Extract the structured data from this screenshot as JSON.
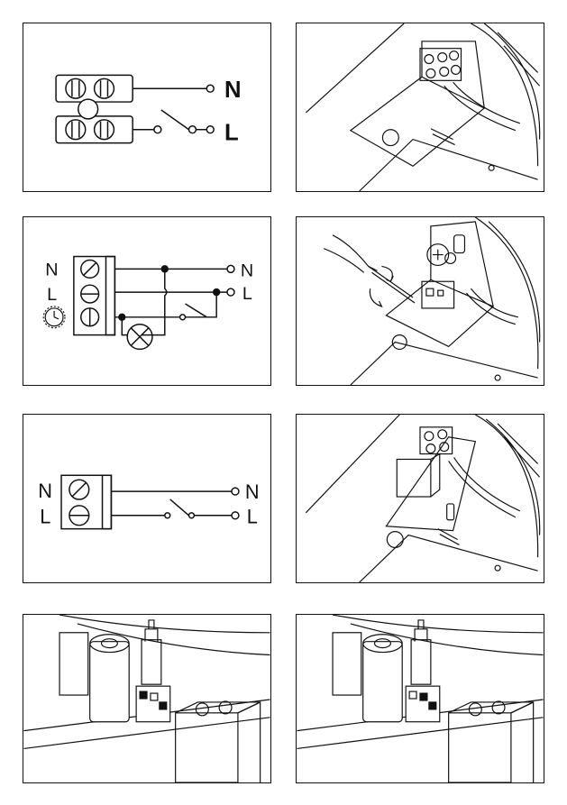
{
  "diagrams": {
    "terminal_block": {
      "label_n": "N",
      "label_l": "L"
    },
    "timer_wiring": {
      "left_n": "N",
      "left_l": "L",
      "right_n": "N",
      "right_l": "L",
      "clock_icon": "clock-icon",
      "lamp_icon": "lamp-icon"
    },
    "switch_wiring": {
      "left_n": "N",
      "left_l": "L",
      "right_n": "N",
      "right_l": "L"
    }
  },
  "colors": {
    "line": "#111111",
    "paper": "#ffffff",
    "shade": "#e6e6e6"
  }
}
